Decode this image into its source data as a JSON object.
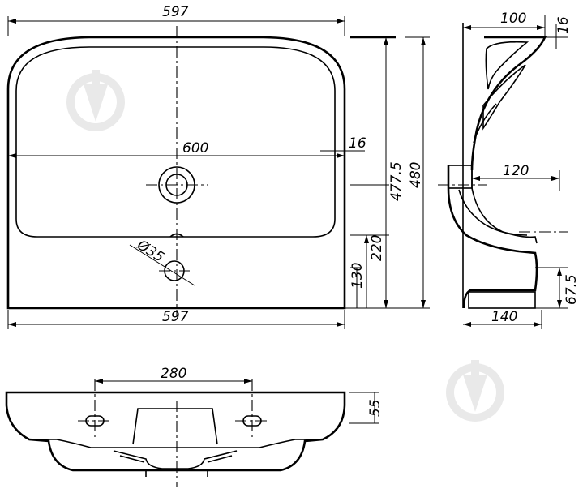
{
  "dimensions": {
    "top_width": "597",
    "inner_width": "600",
    "rim_16_right": "16",
    "height_477_5": "477.5",
    "height_480": "480",
    "height_220": "220",
    "height_130": "130",
    "hole_diameter": "Ø35",
    "bottom_width": "597",
    "side_100": "100",
    "side_16": "16",
    "side_120": "120",
    "side_140": "140",
    "side_67_5": "67.5",
    "front_280": "280",
    "front_55": "55"
  },
  "colors": {
    "line": "#000000",
    "watermark": "#e9e9e9"
  }
}
